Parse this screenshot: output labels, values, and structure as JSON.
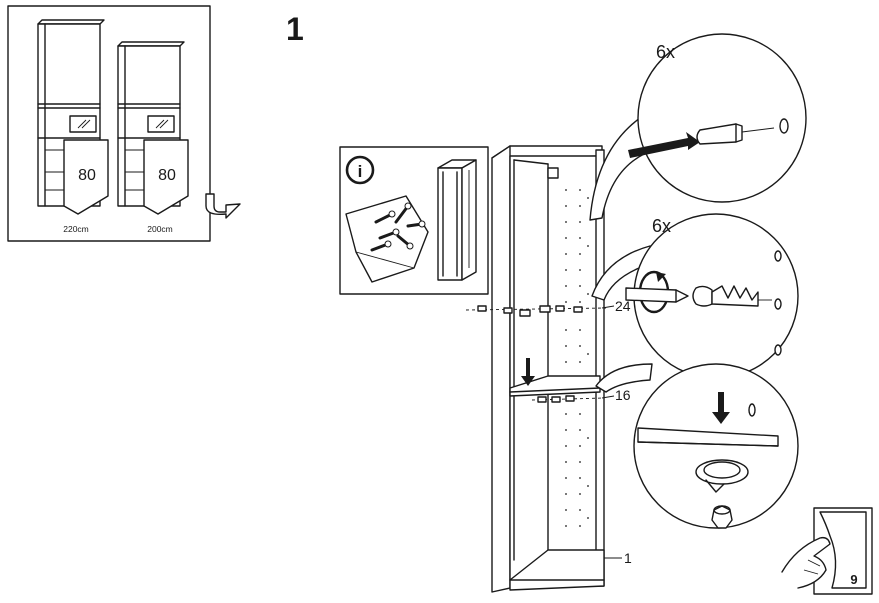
{
  "step_number": "1",
  "overview": {
    "cabinet_left": {
      "door_label": "80",
      "height_label": "220cm"
    },
    "cabinet_right": {
      "door_label": "80",
      "height_label": "200cm"
    }
  },
  "info_box": {
    "icon_glyph": "i"
  },
  "details": {
    "top_count": "6x",
    "middle_count": "6x"
  },
  "callouts": {
    "hole_row": "24",
    "shelf_row": "16",
    "bottom": "1"
  },
  "next_page": "9"
}
